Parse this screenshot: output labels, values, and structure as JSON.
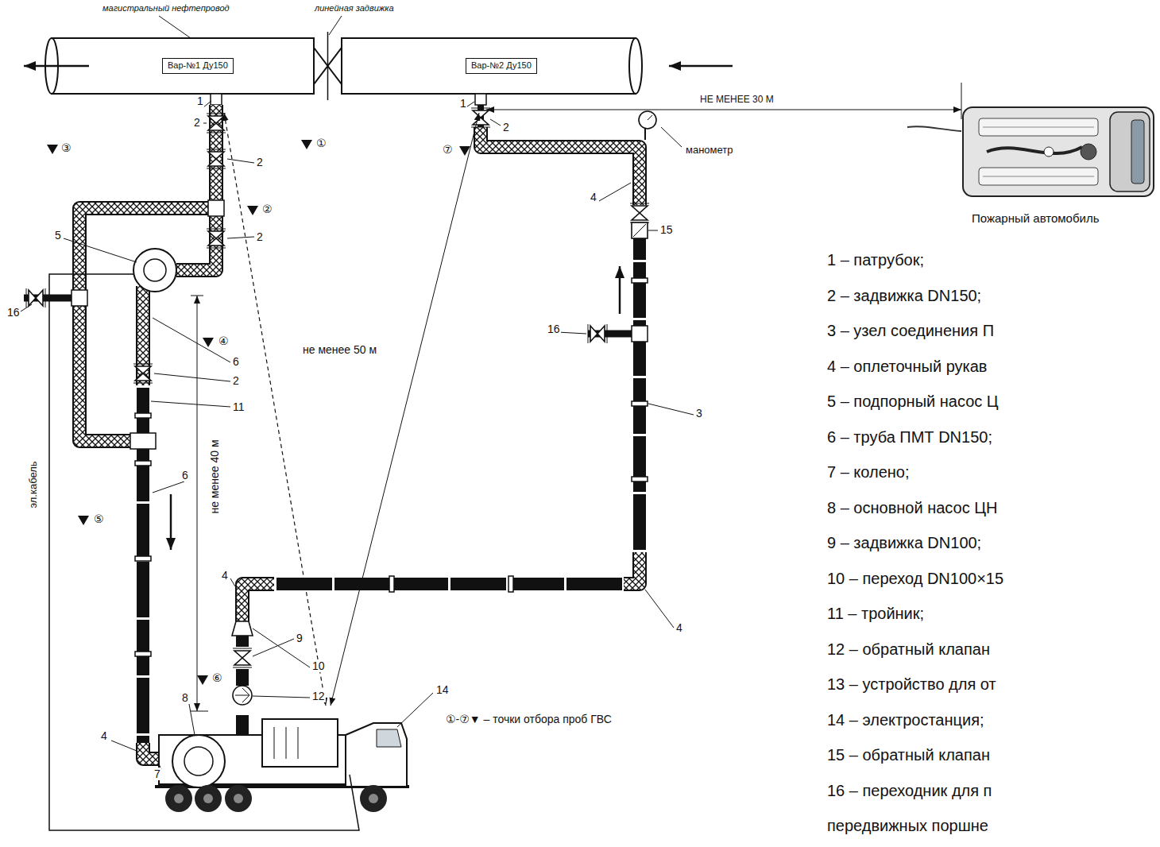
{
  "diagram": {
    "nodes": [
      {
        "text": [
          "Вар-№1 Ду150"
        ]
      },
      {
        "text": [
          "Вар-№2 Ду150"
        ]
      }
    ],
    "labels": [
      "магистральный нефтепровод",
      "линейная задвижка",
      "НЕ МЕНЕЕ 30 М",
      "манометр",
      "Пожарный автомобиль",
      "не менее 50 м",
      "не менее 40 м",
      "эл.кабель",
      "①-⑦▼ – точки отбора проб ГВС",
      "1 – патрубок;",
      "2 – задвижка DN150;",
      "3 – узел соединения П",
      "4 – оплеточный рукав",
      "5 – подпорный насос Ц",
      "6 – труба ПМТ DN150;",
      "7 – колено;",
      "8 – основной насос ЦН",
      "9 – задвижка DN100;",
      "10 – переход DN100×15",
      "11 – тройник;",
      "12 – обратный клапан",
      "13 – устройство для от",
      "14 – электростанция;",
      "15 – обратный клапан",
      "16 – переходник для п",
      "передвижных поршне",
      "1",
      "2",
      "③",
      "①",
      "2",
      "②",
      "2",
      "5",
      "16",
      "④",
      "6",
      "2",
      "11",
      "6",
      "⑤",
      "4",
      "7",
      "⑥",
      "8",
      "9",
      "10",
      "12",
      "14",
      "4",
      "4",
      "3",
      "16",
      "15",
      "4",
      "1",
      "2",
      "⑦"
    ]
  }
}
